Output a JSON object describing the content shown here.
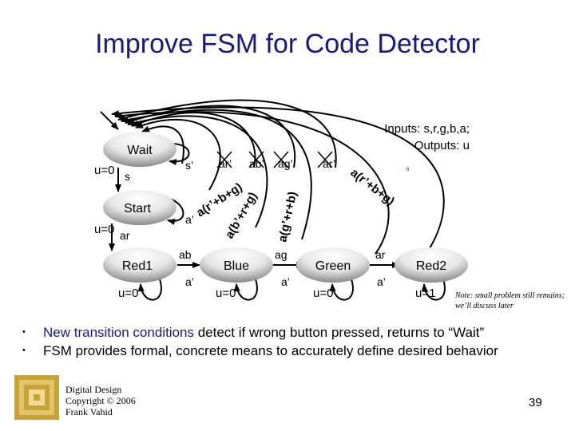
{
  "title": "Improve FSM for Code Detector",
  "io": {
    "inputs": "Inputs: s,r,g,b,a;",
    "outputs": "Outputs: u"
  },
  "states": {
    "wait": {
      "label": "Wait",
      "output": "u=0"
    },
    "start": {
      "label": "Start",
      "output": "u=0"
    },
    "red1": {
      "label": "Red1",
      "output": "u=0"
    },
    "blue": {
      "label": "Blue",
      "output": "u=0"
    },
    "green": {
      "label": "Green",
      "output": "u=0"
    },
    "red2": {
      "label": "Red2",
      "output": "u=1"
    }
  },
  "transitions": {
    "wait_s": "s",
    "wait_s_not": "s’",
    "start_ar": "ar",
    "start_a_not": "a’",
    "red1_ab": "ab",
    "red1_a_not": "a’",
    "blue_ag": "ag",
    "blue_a_not": "a’",
    "green_ar": "ar",
    "green_a_not": "a’",
    "x_ar_not": "ar’",
    "x_ab_not": "ab’",
    "x_ag_not": "ag’",
    "x_ar_not2": "ar’",
    "wrong_start": "a(r’+b+g)",
    "wrong_red1": "a(b’+r+g)",
    "wrong_blue": "a(g’+r+b)",
    "wrong_green": "a(r’+b+g)",
    "stray_mark": "a"
  },
  "note": "Note: small problem still remains; we’ll discuss later",
  "bullets": [
    {
      "highlight": "New transition conditions",
      "rest": " detect if wrong button pressed, returns to “Wait”"
    },
    {
      "highlight": "",
      "rest": "FSM provides formal, concrete means to accurately define desired behavior"
    }
  ],
  "credit": [
    "Digital Design",
    "Copyright © 2006",
    "Frank Vahid"
  ],
  "page_number": "39",
  "colors": {
    "title": "#1a1a7a",
    "state_top": "#ffffff",
    "state_bottom": "#7f7f7f",
    "arrow": "#000000"
  }
}
